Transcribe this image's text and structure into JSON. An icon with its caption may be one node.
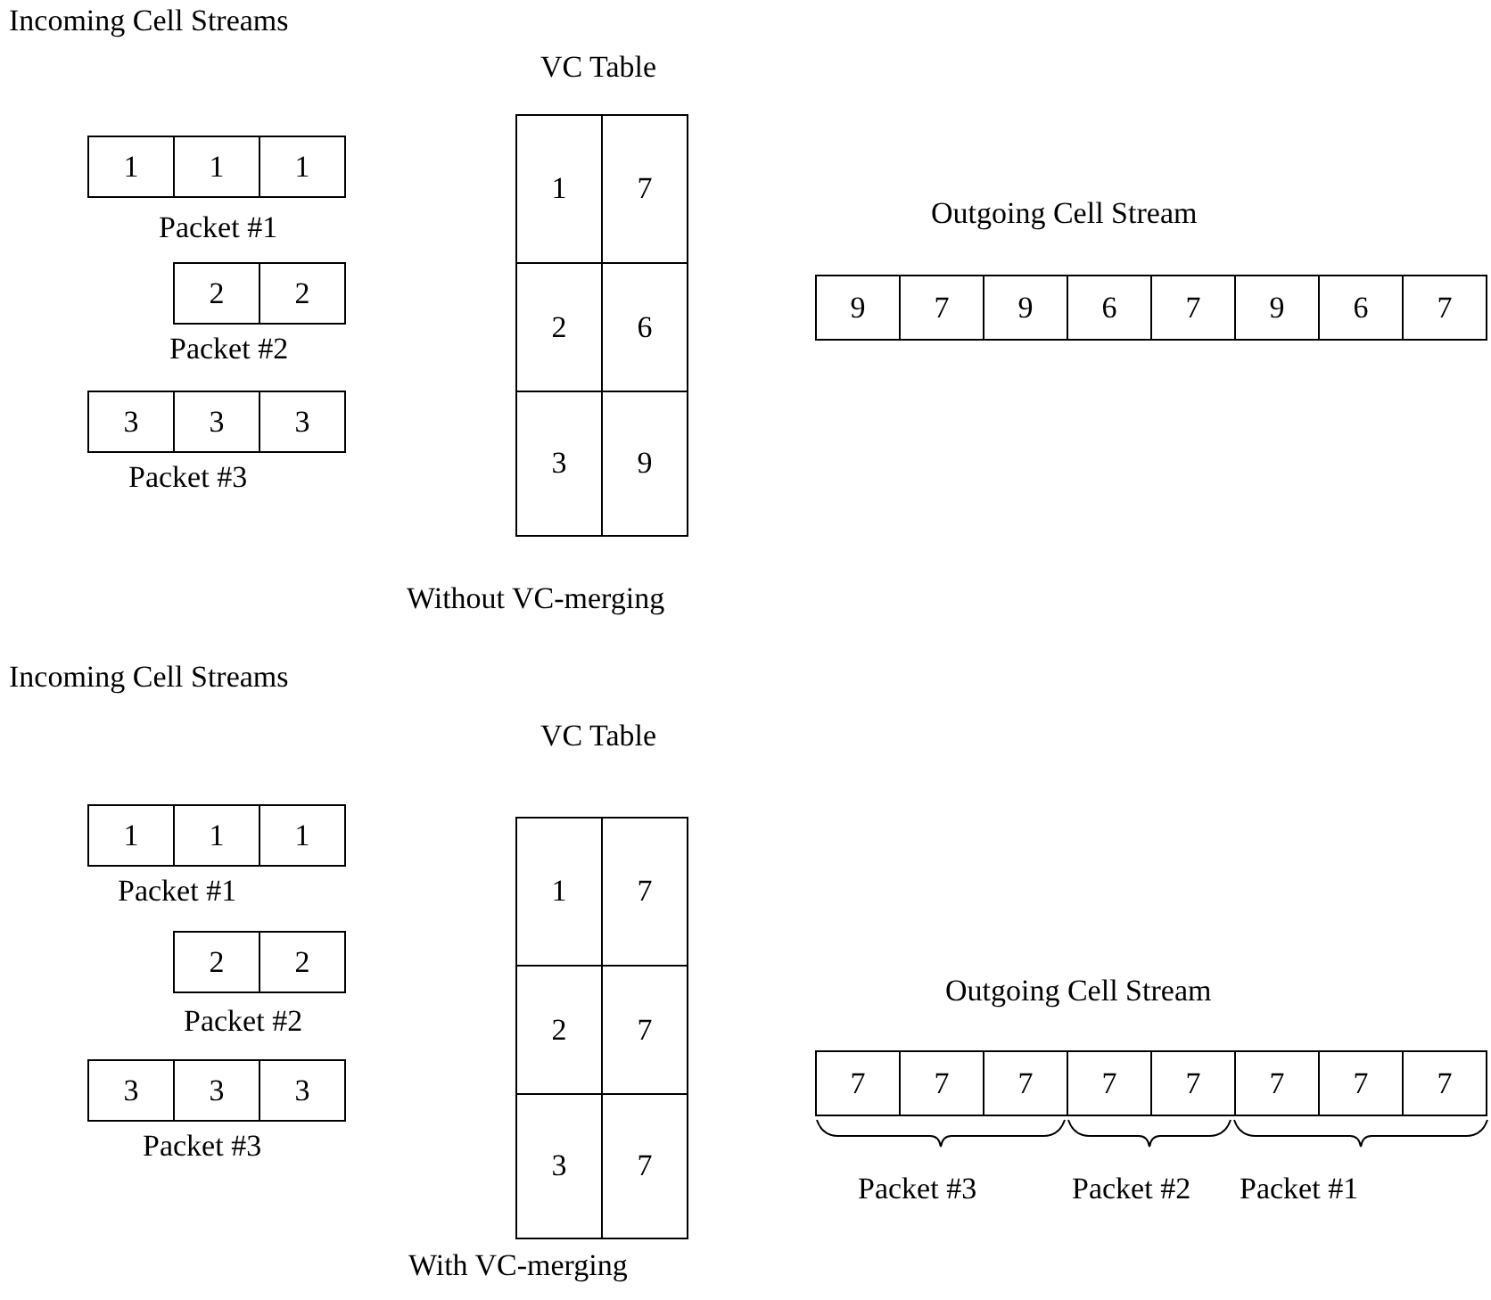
{
  "diagram": {
    "nodes": [
      {
        "text": [
          "1"
        ]
      },
      {
        "text": [
          "1"
        ]
      },
      {
        "text": [
          "1"
        ]
      },
      {
        "text": [
          "2"
        ]
      },
      {
        "text": [
          "2"
        ]
      },
      {
        "text": [
          "3"
        ]
      },
      {
        "text": [
          "3"
        ]
      },
      {
        "text": [
          "3"
        ]
      },
      {
        "text": [
          "1"
        ]
      },
      {
        "text": [
          "7"
        ]
      },
      {
        "text": [
          "2"
        ]
      },
      {
        "text": [
          "6"
        ]
      },
      {
        "text": [
          "3"
        ]
      },
      {
        "text": [
          "9"
        ]
      },
      {
        "text": [
          "9"
        ]
      },
      {
        "text": [
          "7"
        ]
      },
      {
        "text": [
          "9"
        ]
      },
      {
        "text": [
          "6"
        ]
      },
      {
        "text": [
          "7"
        ]
      },
      {
        "text": [
          "9"
        ]
      },
      {
        "text": [
          "6"
        ]
      },
      {
        "text": [
          "7"
        ]
      },
      {
        "text": [
          "1"
        ]
      },
      {
        "text": [
          "1"
        ]
      },
      {
        "text": [
          "1"
        ]
      },
      {
        "text": [
          "2"
        ]
      },
      {
        "text": [
          "2"
        ]
      },
      {
        "text": [
          "3"
        ]
      },
      {
        "text": [
          "3"
        ]
      },
      {
        "text": [
          "3"
        ]
      },
      {
        "text": [
          "1"
        ]
      },
      {
        "text": [
          "7"
        ]
      },
      {
        "text": [
          "2"
        ]
      },
      {
        "text": [
          "7"
        ]
      },
      {
        "text": [
          "3"
        ]
      },
      {
        "text": [
          "7"
        ]
      },
      {
        "text": [
          "7"
        ]
      },
      {
        "text": [
          "7"
        ]
      },
      {
        "text": [
          "7"
        ]
      },
      {
        "text": [
          "7"
        ]
      },
      {
        "text": [
          "7"
        ]
      },
      {
        "text": [
          "7"
        ]
      },
      {
        "text": [
          "7"
        ]
      },
      {
        "text": [
          "7"
        ]
      }
    ],
    "labels": [
      "Incoming Cell Streams",
      "VC  Table",
      "Packet #1",
      "Outgoing Cell Stream",
      "Packet #2",
      "Packet #3",
      "Without VC-merging",
      "Incoming Cell Streams",
      "VC  Table",
      "Packet #1",
      "Outgoing Cell Stream",
      "Packet #2",
      "Packet #3",
      "Packet #2",
      "Packet #1",
      "Packet #3",
      "With VC-merging"
    ]
  }
}
